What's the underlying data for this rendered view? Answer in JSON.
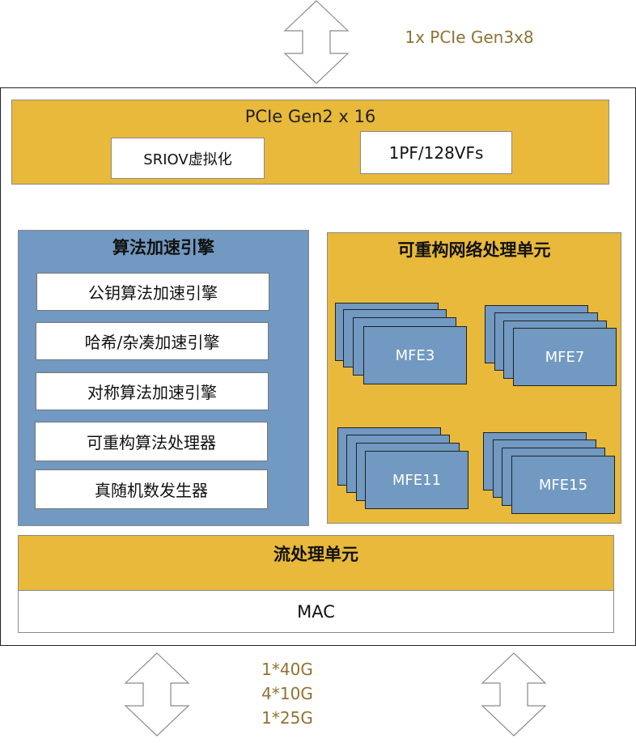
{
  "host_interface": {
    "label": "1x PCIe Gen3x8"
  },
  "pcie_block": {
    "title": "PCIe Gen2 x 16",
    "features": [
      "SRIOV虚拟化",
      "1PF/128VFs"
    ]
  },
  "algo_engine": {
    "title": "算法加速引擎",
    "items": [
      "公钥算法加速引擎",
      "哈希/杂凑加速引擎",
      "对称算法加速引擎",
      "可重构算法处理器",
      "真随机数发生器"
    ]
  },
  "network_unit": {
    "title": "可重构网络处理单元",
    "groups": [
      "MFE3",
      "MFE7",
      "MFE11",
      "MFE15"
    ]
  },
  "stream_unit": {
    "title": "流处理单元"
  },
  "mac": {
    "label": "MAC"
  },
  "ports": {
    "labels": [
      "1*40G",
      "4*10G",
      "1*25G"
    ]
  },
  "colors": {
    "gold": "#e8b93a",
    "blue": "#7199c1",
    "label_text": "#8f7233",
    "outline": "#8a8a8a"
  }
}
